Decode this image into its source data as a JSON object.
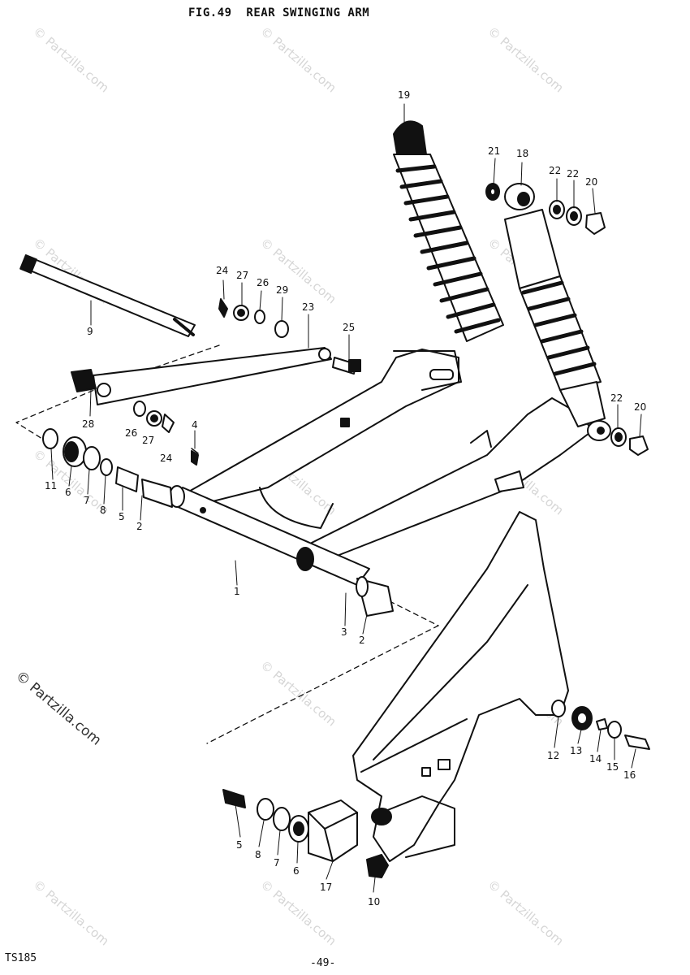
{
  "figure": {
    "title": "FIG.49  REAR SWINGING ARM",
    "model": "TS185",
    "page_number": "-49-",
    "copyright": "© Partzilla.com",
    "watermark": "© Partzilla.com"
  },
  "callouts": [
    {
      "id": "c19a",
      "label": "19"
    },
    {
      "id": "c21a",
      "label": "21"
    },
    {
      "id": "c18a",
      "label": "18"
    },
    {
      "id": "c22a",
      "label": "22"
    },
    {
      "id": "c22b",
      "label": "22"
    },
    {
      "id": "c20a",
      "label": "20"
    },
    {
      "id": "c24a",
      "label": "24"
    },
    {
      "id": "c27a",
      "label": "27"
    },
    {
      "id": "c26a",
      "label": "26"
    },
    {
      "id": "c29a",
      "label": "29"
    },
    {
      "id": "c23a",
      "label": "23"
    },
    {
      "id": "c9a",
      "label": "9"
    },
    {
      "id": "c25a",
      "label": "25"
    },
    {
      "id": "c28a",
      "label": "28"
    },
    {
      "id": "c26b",
      "label": "26"
    },
    {
      "id": "c27b",
      "label": "27"
    },
    {
      "id": "c24b",
      "label": "24"
    },
    {
      "id": "c4a",
      "label": "4"
    },
    {
      "id": "c22c",
      "label": "22"
    },
    {
      "id": "c20b",
      "label": "20"
    },
    {
      "id": "c11a",
      "label": "11"
    },
    {
      "id": "c6a",
      "label": "6"
    },
    {
      "id": "c7a",
      "label": "7"
    },
    {
      "id": "c8a",
      "label": "8"
    },
    {
      "id": "c5a",
      "label": "5"
    },
    {
      "id": "c2a",
      "label": "2"
    },
    {
      "id": "c1a",
      "label": "1"
    },
    {
      "id": "c3a",
      "label": "3"
    },
    {
      "id": "c2b",
      "label": "2"
    },
    {
      "id": "c12a",
      "label": "12"
    },
    {
      "id": "c13a",
      "label": "13"
    },
    {
      "id": "c14a",
      "label": "14"
    },
    {
      "id": "c15a",
      "label": "15"
    },
    {
      "id": "c16a",
      "label": "16"
    },
    {
      "id": "c5b",
      "label": "5"
    },
    {
      "id": "c8b",
      "label": "8"
    },
    {
      "id": "c7b",
      "label": "7"
    },
    {
      "id": "c6b",
      "label": "6"
    },
    {
      "id": "c17a",
      "label": "17"
    },
    {
      "id": "c10a",
      "label": "10"
    }
  ]
}
